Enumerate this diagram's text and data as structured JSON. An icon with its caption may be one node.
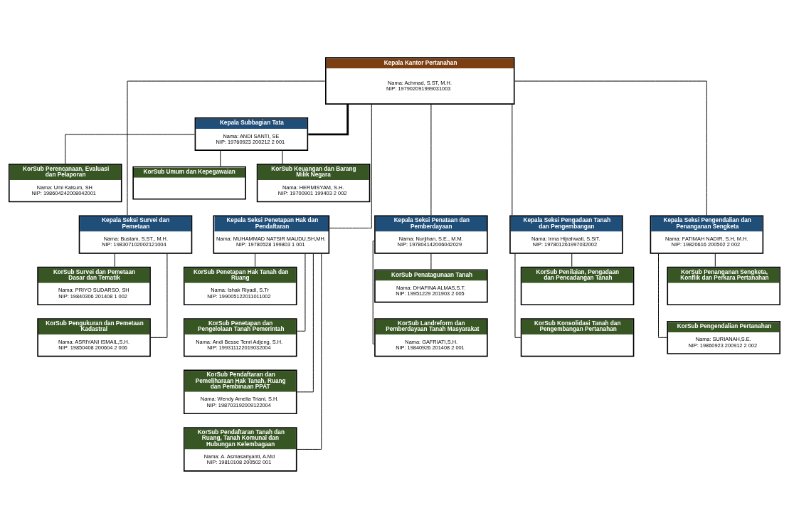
{
  "diagram": {
    "nodes": [
      {
        "text": [
          "Kepala Kantor Pertanahan",
          "Nama: Achmad, S.ST, M.H.",
          "NIP: 197902091999031003"
        ]
      },
      {
        "text": [
          "Kepala Subbagian Tata",
          "Nama: ANDI SANTI, SE",
          "NIP: 19760923 200212 2 001"
        ]
      },
      {
        "text": [
          "KorSub Perencanaan, Evaluasi dan Pelaporan",
          "Nama: Umi Kalsum, SH",
          "NIP: 198604242008042001"
        ]
      },
      {
        "text": [
          "KorSub Umum dan Kepegawaian"
        ]
      },
      {
        "text": [
          "KorSub Keuangan dan Barang Milik Negara",
          "Nama: HERMISYAM, S.H.",
          "NIP: 19700901 199403 2 002"
        ]
      },
      {
        "text": [
          "Kepala Seksi Survei dan Pemetaan",
          "Nama: Bustam, S.ST., M.H.",
          "NIP: 198307102002121004"
        ]
      },
      {
        "text": [
          "KorSub Survei dan Pemetaan Dasar dan Tematik",
          "Nama: PRIYO SUDARSO, SH",
          "NIP: 19840306 201408 1 002"
        ]
      },
      {
        "text": [
          "KorSub Pengukuran dan Pemetaan Kadastral",
          "Nama: ASRIYANI ISMAIL,S.H.",
          "NIP: 19850408 200604 2 006"
        ]
      },
      {
        "text": [
          "Kepala Seksi Penetapan Hak dan Pendaftaran",
          "Nama: MUHAMMAD NATSIR MAUDU,SH,MH.",
          "NIP: 19780528 199803 1 001"
        ]
      },
      {
        "text": [
          "KorSub Penetapan Hak Tanah dan Ruang",
          "Nama: Ishak Riyadi, S.Tr",
          "NIP: 199005122011011002"
        ]
      },
      {
        "text": [
          "KorSub Penetapan dan Pengelolaan Tanah Pemerintah",
          "Nama: Andi Besse Tenri Adjeng, S.H.",
          "NIP: 199311122019032004"
        ]
      },
      {
        "text": [
          "KorSub Pendaftaran dan Pemeliharaan Hak Tanah, Ruang dan Pembinaan PPAT",
          "Nama: Wendy Amelia Triani, S.H.",
          "NIP: 198703192009122004"
        ]
      },
      {
        "text": [
          "KorSub Pendaftaran Tanah dan Ruang, Tanah Komunal dan Hubungan Kelembagaan",
          "Nama: A. Asmasariyanti, A.Md",
          "NIP: 19810108 200502 001"
        ]
      },
      {
        "text": [
          "Kepala Seksi Penataan dan Pemberdayaan",
          "Nama: Nurjihan, S.E., M.M.",
          "NIP: 197804142006042029"
        ]
      },
      {
        "text": [
          "KorSub Penatagunaan Tanah",
          "Nama: DHAFINA ALMAS,S.T.",
          "NIP: 19951229 201903 2 005"
        ]
      },
      {
        "text": [
          "KorSub Landreform dan Pemberdayaan Tanah Masyarakat",
          "Nama: GAFRIATI,S.H.",
          "NIP: 19840926 201408 2 001"
        ]
      },
      {
        "text": [
          "Kepala Seksi Pengadaan Tanah dan Pengembangan",
          "Nama: Irma Hijrahwati, S.SiT.",
          "NIP: 197801261997032002"
        ]
      },
      {
        "text": [
          "KorSub Penilaian, Pengadaan dan Pencadangan Tanah"
        ]
      },
      {
        "text": [
          "KorSub Konsolidasi Tanah dan Pengembangan Pertanahan"
        ]
      },
      {
        "text": [
          "Kepala Seksi Pengendalian dan Penanganan Sengketa",
          "Nama: FATIMAH NADIR, S.H, M.H.",
          "NIP: 19820616 200502 2 002"
        ]
      },
      {
        "text": [
          "KorSub Penanganan Sengketa, Konflik dan Perkara Pertanahan"
        ]
      },
      {
        "text": [
          "KorSub Pengendalian Pertanahan",
          "Nama: SURIANAH,S.E.",
          "NIP: 19860923 200912 2 002"
        ]
      }
    ],
    "edges": [
      {
        "from": 0,
        "to": 1,
        "arrow": "none",
        "style": "thick"
      },
      {
        "from": 1,
        "to": 2,
        "arrow": "none"
      },
      {
        "from": 1,
        "to": 3,
        "arrow": "none"
      },
      {
        "from": 1,
        "to": 4,
        "arrow": "none"
      },
      {
        "from": 0,
        "to": 5,
        "arrow": "none"
      },
      {
        "from": 0,
        "to": 8,
        "arrow": "none"
      },
      {
        "from": 0,
        "to": 13,
        "arrow": "none"
      },
      {
        "from": 0,
        "to": 16,
        "arrow": "none"
      },
      {
        "from": 0,
        "to": 19,
        "arrow": "none"
      },
      {
        "from": 5,
        "to": 6,
        "arrow": "none"
      },
      {
        "from": 5,
        "to": 7,
        "arrow": "none"
      },
      {
        "from": 8,
        "to": 9,
        "arrow": "none"
      },
      {
        "from": 8,
        "to": 10,
        "arrow": "none"
      },
      {
        "from": 8,
        "to": 11,
        "arrow": "none"
      },
      {
        "from": 8,
        "to": 12,
        "arrow": "none"
      },
      {
        "from": 13,
        "to": 14,
        "arrow": "none"
      },
      {
        "from": 13,
        "to": 15,
        "arrow": "none"
      },
      {
        "from": 16,
        "to": 17,
        "arrow": "none"
      },
      {
        "from": 16,
        "to": 18,
        "arrow": "none"
      },
      {
        "from": 19,
        "to": 20,
        "arrow": "none"
      },
      {
        "from": 19,
        "to": 21,
        "arrow": "none"
      }
    ]
  }
}
